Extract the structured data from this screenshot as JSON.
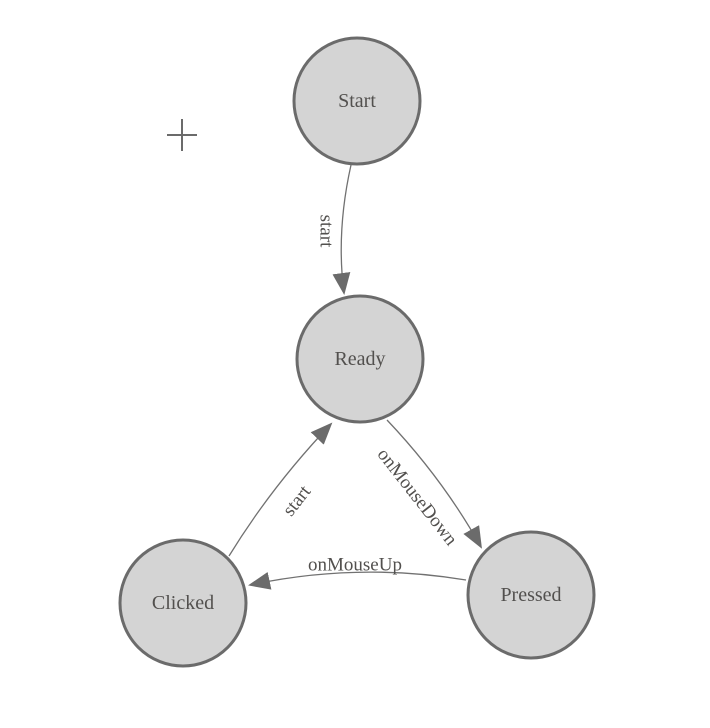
{
  "diagram": {
    "type": "state-machine",
    "background_color": "#ffffff",
    "colors": {
      "node_fill": "#d4d4d4",
      "node_border": "#6b6b6b",
      "edge_line": "#717171",
      "arrowhead": "#6b6b6b",
      "label_text": "#52504e",
      "crosshair": "#6b6b6b"
    },
    "nodes": [
      {
        "id": "start",
        "label": "Start"
      },
      {
        "id": "ready",
        "label": "Ready"
      },
      {
        "id": "clicked",
        "label": "Clicked"
      },
      {
        "id": "pressed",
        "label": "Pressed"
      }
    ],
    "edges": [
      {
        "from": "Start",
        "to": "Ready",
        "label": "start"
      },
      {
        "from": "Ready",
        "to": "Pressed",
        "label": "onMouseDown"
      },
      {
        "from": "Pressed",
        "to": "Clicked",
        "label": "onMouseUp"
      },
      {
        "from": "Clicked",
        "to": "Ready",
        "label": "start"
      }
    ],
    "cursor": {
      "type": "crosshair"
    }
  }
}
